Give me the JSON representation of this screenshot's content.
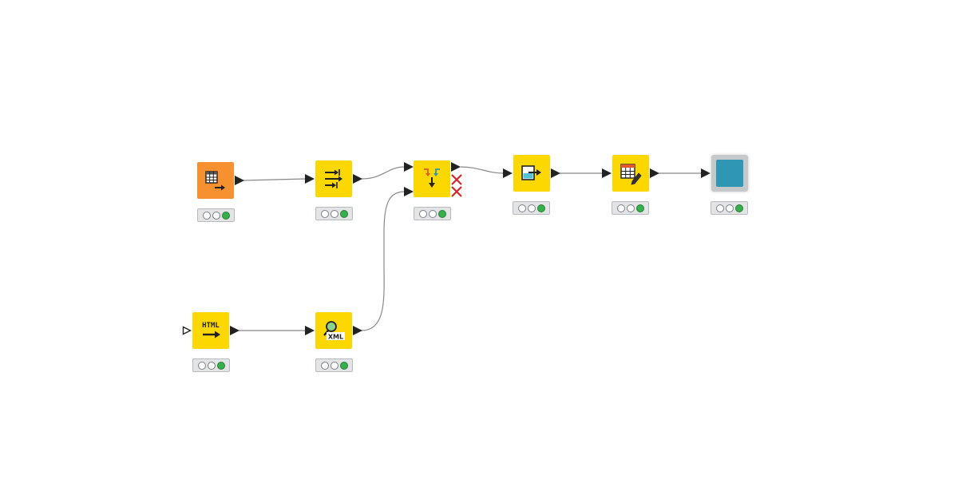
{
  "workflow": {
    "nodes": [
      {
        "id": "table-creator",
        "icon": "table-creator-icon",
        "color": "#f7902f",
        "status": "executed"
      },
      {
        "id": "column-filter",
        "icon": "column-filter-icon",
        "color": "#fcd800",
        "status": "executed"
      },
      {
        "id": "concatenate",
        "icon": "concatenate-icon",
        "color": "#fcd800",
        "status": "executed"
      },
      {
        "id": "table-view-out",
        "icon": "table-out-icon",
        "color": "#fcd800",
        "status": "executed"
      },
      {
        "id": "table-editor",
        "icon": "table-edit-icon",
        "color": "#fcd800",
        "status": "executed"
      },
      {
        "id": "output-view",
        "icon": "view-square-icon",
        "color": "#2f96b4",
        "status": "executed"
      },
      {
        "id": "html-reader",
        "icon": "html-reader-icon",
        "color": "#fcd800",
        "status": "executed",
        "icon_text": "HTML"
      },
      {
        "id": "xpath",
        "icon": "xml-search-icon",
        "color": "#fcd800",
        "status": "executed",
        "icon_text": "XML"
      }
    ],
    "colors": {
      "edge": "#888888",
      "port": "#222222",
      "status_green": "#35b04b",
      "inactive_port": "#d4252a"
    }
  }
}
